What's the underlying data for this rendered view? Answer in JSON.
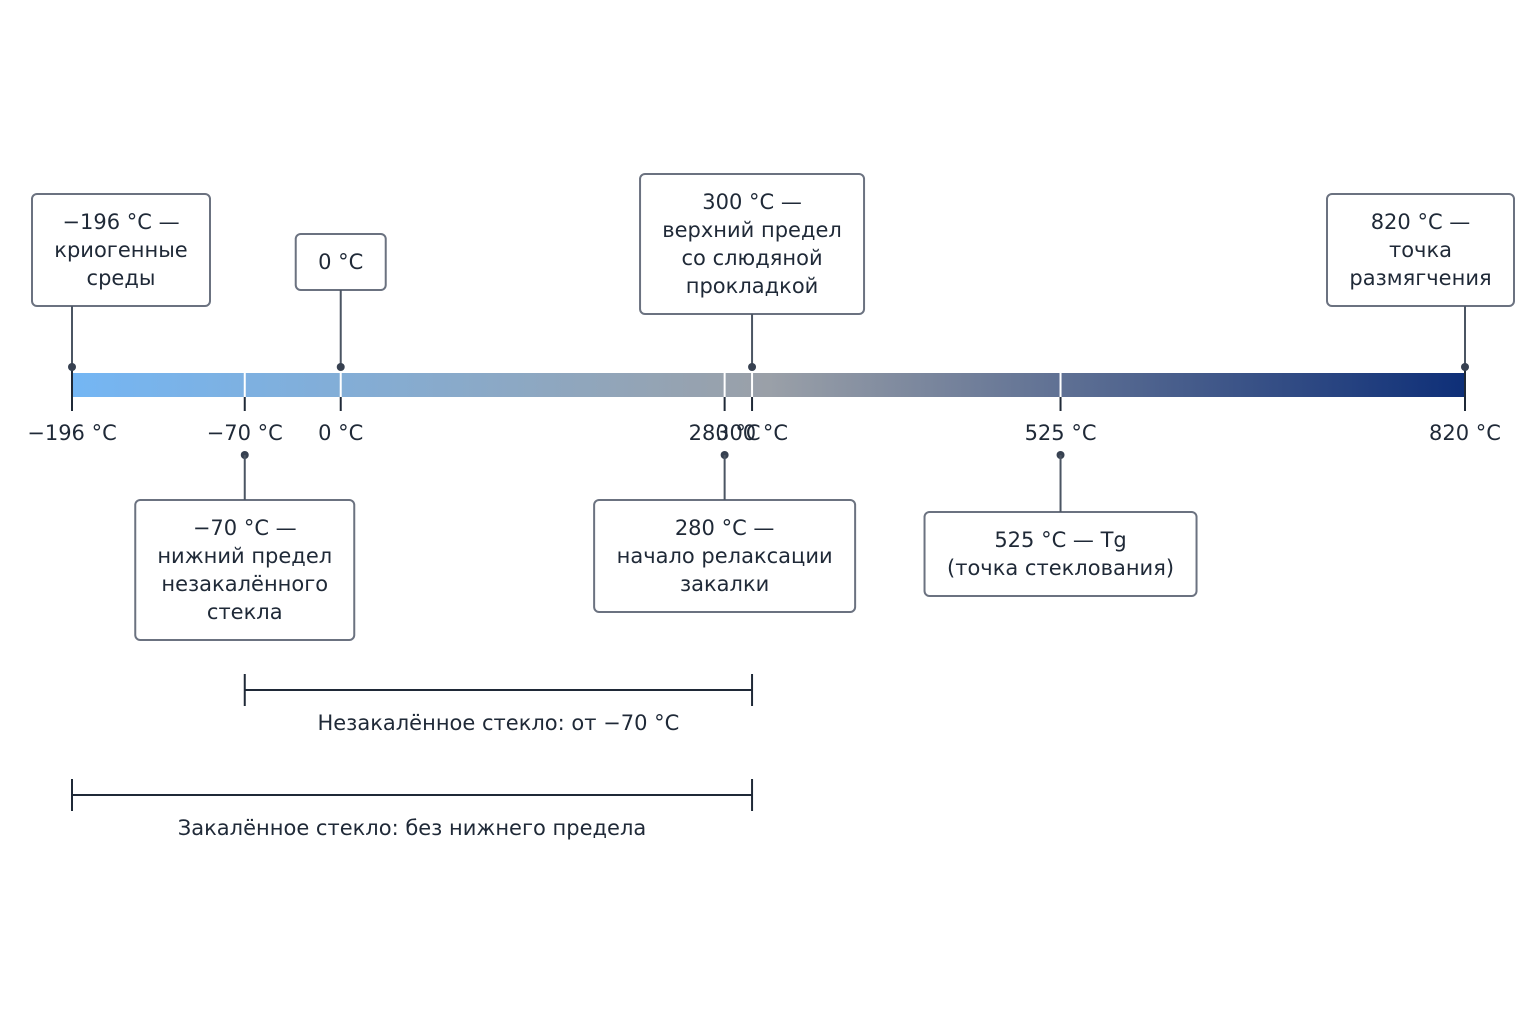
{
  "scale": {
    "min": -196,
    "max": 820,
    "color_start": "#74b6f4",
    "color_mid": "#9aa0a8",
    "color_end": "#0e2f78",
    "ticks": [
      {
        "value": -196,
        "label": "−196 °C"
      },
      {
        "value": -70,
        "label": "−70 °C"
      },
      {
        "value": 0,
        "label": "0 °C"
      },
      {
        "value": 280,
        "label": "280 °C"
      },
      {
        "value": 300,
        "label": "300 °C"
      },
      {
        "value": 525,
        "label": "525 °C"
      },
      {
        "value": 820,
        "label": "820 °C"
      }
    ]
  },
  "annotations_above": [
    {
      "value": -196,
      "lines": [
        "−196 °C —",
        "криогенные",
        "среды"
      ]
    },
    {
      "value": 0,
      "lines": [
        "0 °C"
      ]
    },
    {
      "value": 300,
      "lines": [
        "300 °C —",
        "верхний предел",
        "со слюдяной",
        "прокладкой"
      ]
    },
    {
      "value": 820,
      "lines": [
        "820 °C —",
        "точка",
        "размягчения"
      ]
    }
  ],
  "annotations_below": [
    {
      "value": -70,
      "lines": [
        "−70 °C —",
        "нижний предел",
        "незакалённого",
        "стекла"
      ]
    },
    {
      "value": 280,
      "lines": [
        "280 °C —",
        "начало релаксации",
        "закалки"
      ]
    },
    {
      "value": 525,
      "lines": [
        "525 °C — Tg",
        "(точка стеклования)"
      ]
    }
  ],
  "ranges": [
    {
      "from": -70,
      "to": 300,
      "label": "Незакалённое стекло: от −70 °C"
    },
    {
      "from": -196,
      "to": 300,
      "label": "Закалённое стекло: без нижнего предела"
    }
  ]
}
